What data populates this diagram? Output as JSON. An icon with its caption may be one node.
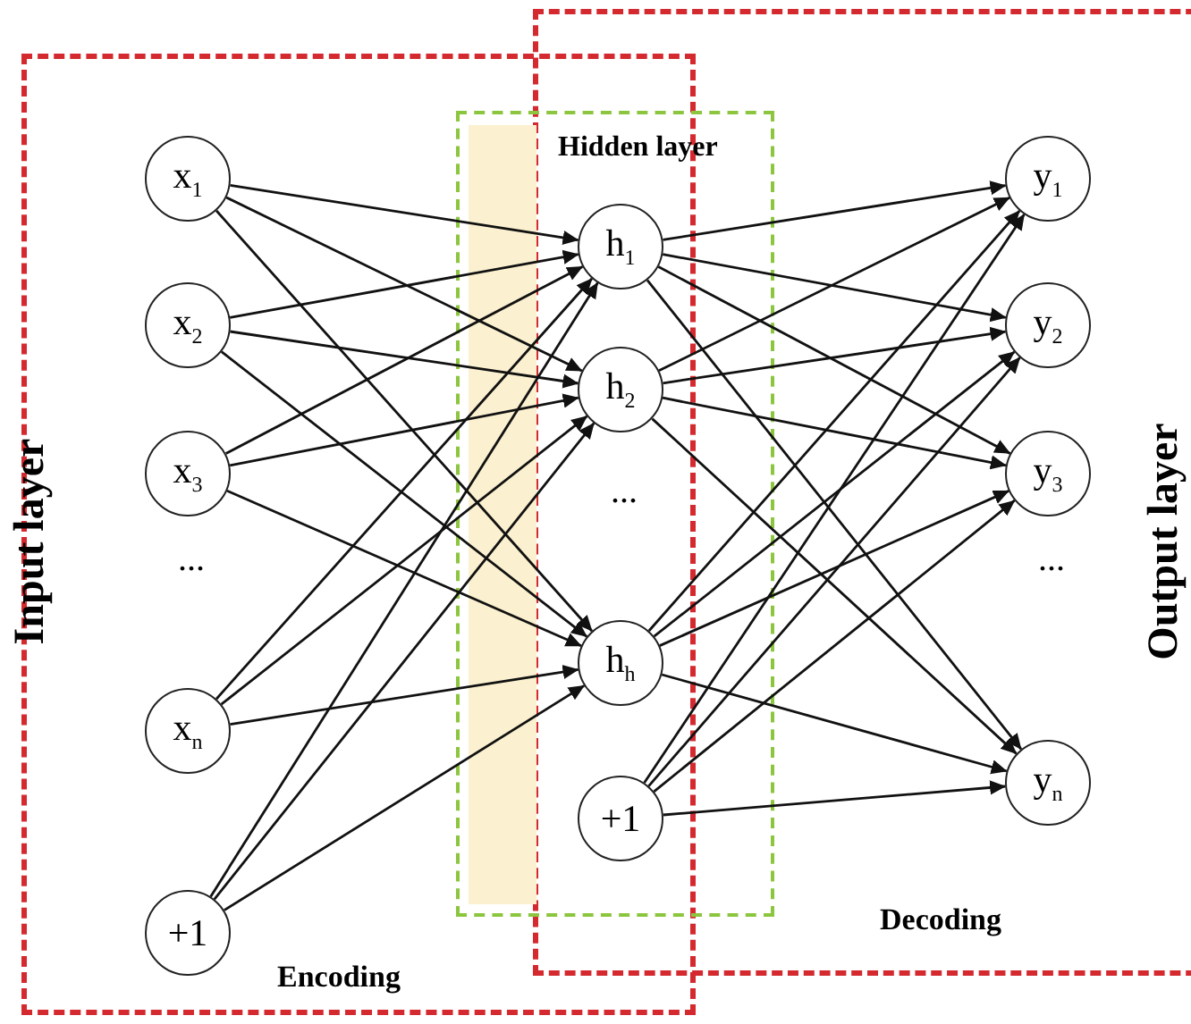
{
  "diagram": {
    "nodes": [
      {
        "text": [
          "x$_{1}$"
        ]
      },
      {
        "text": [
          "x$_{2}$"
        ]
      },
      {
        "text": [
          "x$_{3}$"
        ]
      },
      {
        "text": [
          "x$_{n}$"
        ]
      },
      {
        "text": [
          "+1"
        ]
      },
      {
        "text": [
          "Hidden layer"
        ]
      },
      {
        "text": [
          "h$_{1}$"
        ],
        "in": 5
      },
      {
        "text": [
          "h$_{2}$"
        ],
        "in": 5
      },
      {
        "text": [
          "h$_{h}$"
        ],
        "in": 5
      },
      {
        "text": [
          "+1"
        ],
        "in": 5
      },
      {
        "text": [
          "y$_{1}$"
        ]
      },
      {
        "text": [
          "y$_{2}$"
        ]
      },
      {
        "text": [
          "y$_{3}$"
        ]
      },
      {
        "text": [
          "y$_{n}$"
        ]
      }
    ],
    "edges": [
      {
        "from": 0,
        "to": 6,
        "arrow": "to"
      },
      {
        "from": 0,
        "to": 7,
        "arrow": "to"
      },
      {
        "from": 0,
        "to": 8,
        "arrow": "to"
      },
      {
        "from": 1,
        "to": 6,
        "arrow": "to"
      },
      {
        "from": 1,
        "to": 7,
        "arrow": "to"
      },
      {
        "from": 1,
        "to": 8,
        "arrow": "to"
      },
      {
        "from": 2,
        "to": 6,
        "arrow": "to"
      },
      {
        "from": 2,
        "to": 7,
        "arrow": "to"
      },
      {
        "from": 2,
        "to": 8,
        "arrow": "to"
      },
      {
        "from": 3,
        "to": 6,
        "arrow": "to"
      },
      {
        "from": 3,
        "to": 7,
        "arrow": "to"
      },
      {
        "from": 3,
        "to": 8,
        "arrow": "to"
      },
      {
        "from": 4,
        "to": 6,
        "arrow": "to"
      },
      {
        "from": 4,
        "to": 7,
        "arrow": "to"
      },
      {
        "from": 4,
        "to": 8,
        "arrow": "to"
      },
      {
        "from": 6,
        "to": 10,
        "arrow": "to"
      },
      {
        "from": 6,
        "to": 11,
        "arrow": "to"
      },
      {
        "from": 6,
        "to": 12,
        "arrow": "to"
      },
      {
        "from": 6,
        "to": 13,
        "arrow": "to"
      },
      {
        "from": 7,
        "to": 10,
        "arrow": "to"
      },
      {
        "from": 7,
        "to": 11,
        "arrow": "to"
      },
      {
        "from": 7,
        "to": 12,
        "arrow": "to"
      },
      {
        "from": 7,
        "to": 13,
        "arrow": "to"
      },
      {
        "from": 8,
        "to": 10,
        "arrow": "to"
      },
      {
        "from": 8,
        "to": 11,
        "arrow": "to"
      },
      {
        "from": 8,
        "to": 12,
        "arrow": "to"
      },
      {
        "from": 8,
        "to": 13,
        "arrow": "to"
      },
      {
        "from": 9,
        "to": 10,
        "arrow": "to"
      },
      {
        "from": 9,
        "to": 11,
        "arrow": "to"
      },
      {
        "from": 9,
        "to": 12,
        "arrow": "to"
      },
      {
        "from": 9,
        "to": 13,
        "arrow": "to"
      }
    ],
    "labels": [
      "Input layer",
      "...",
      "...",
      "Output layer",
      "...",
      "Decoding",
      "Encoding"
    ]
  }
}
